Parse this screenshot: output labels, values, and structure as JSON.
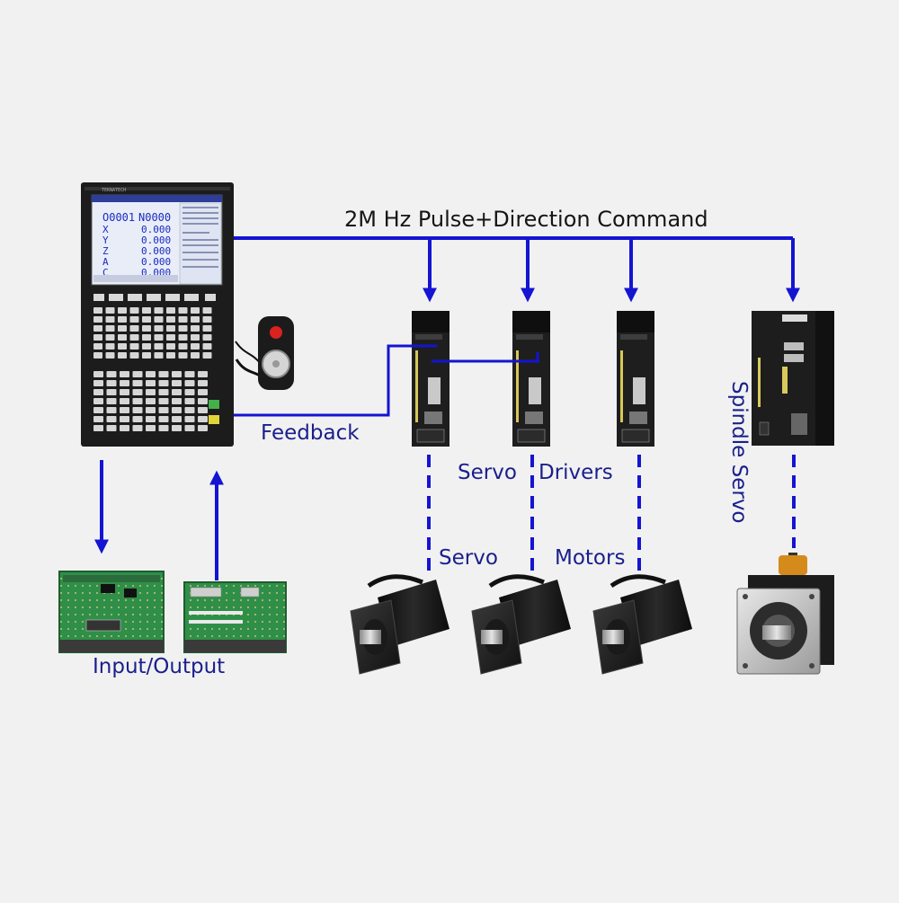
{
  "labels": {
    "command": "2M Hz Pulse+Direction Command",
    "feedback": "Feedback",
    "servo_drivers_1": "Servo",
    "servo_drivers_2": "Drivers",
    "servo_motors_1": "Servo",
    "servo_motors_2": "Motors",
    "spindle_servo": "Spindle Servo",
    "input_output": "Input/Output"
  },
  "cnc_screen": {
    "brand": "TEKNATECH",
    "program": "O0001",
    "block": "N0000",
    "axes": [
      {
        "name": "X",
        "value": "0.000"
      },
      {
        "name": "Y",
        "value": "0.000"
      },
      {
        "name": "Z",
        "value": "0.000"
      },
      {
        "name": "A",
        "value": "0.000"
      },
      {
        "name": "C",
        "value": "0.000"
      }
    ]
  },
  "colors": {
    "line": "#1414d2",
    "label": "#1a1f8c",
    "background": "#f1f1f1"
  }
}
